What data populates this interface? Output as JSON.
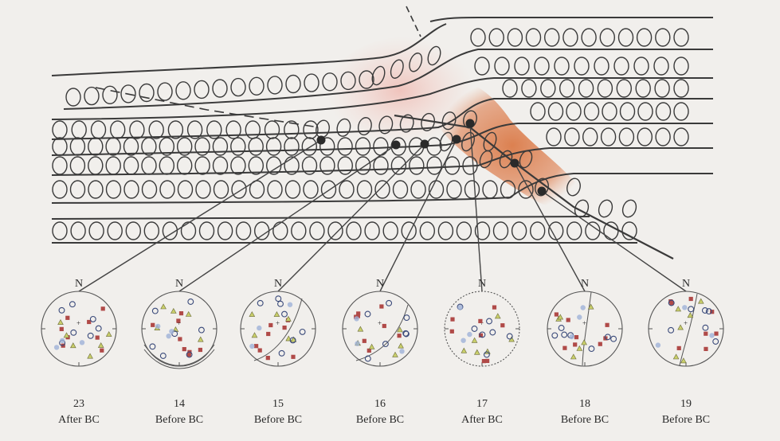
{
  "north_label": "N",
  "nets": [
    {
      "number": "23",
      "caption": "After BC"
    },
    {
      "number": "14",
      "caption": "Before BC"
    },
    {
      "number": "15",
      "caption": "Before BC"
    },
    {
      "number": "16",
      "caption": "Before BC"
    },
    {
      "number": "17",
      "caption": "After BC"
    },
    {
      "number": "18",
      "caption": "Before BC"
    },
    {
      "number": "19",
      "caption": "Before BC"
    }
  ],
  "colors": {
    "background": "#f1efec",
    "line": "#3a3a3a",
    "fault_zone_light": "#efc3bd",
    "fault_zone_dark": "#dc8358",
    "square_marker": "#b04a48",
    "triangle_marker": "#c9cf6a",
    "circle_marker": "#3a4a7a",
    "diamond_marker": "#9fb2d8"
  }
}
